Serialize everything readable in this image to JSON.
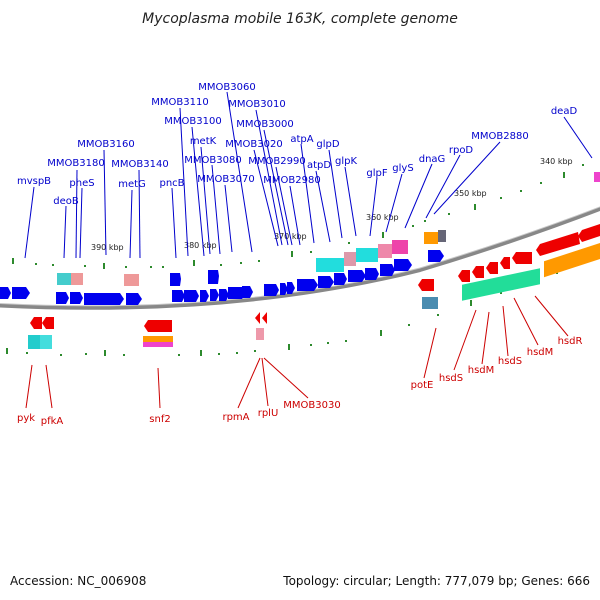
{
  "title": "Mycoplasma mobile 163K, complete genome",
  "footer": {
    "accession": "Accession: NC_006908",
    "topology": "Topology: circular; Length: 777,079 bp; Genes: 666"
  },
  "colors": {
    "forward_gene": "#0000ee",
    "reverse_gene": "#ee0000",
    "forward_label": "#0000cc",
    "reverse_label": "#cc0000",
    "backbone": "#888888",
    "tick": "#2d8a2d"
  },
  "kbp_markers": [
    "390 kbp",
    "380 kbp",
    "370 kbp",
    "360 kbp",
    "350 kbp",
    "340 kbp"
  ],
  "forward_labels": [
    "mvspB",
    "deoB",
    "MMOB3180",
    "pheS",
    "MMOB3160",
    "metG",
    "MMOB3140",
    "pncB",
    "MMOB3110",
    "MMOB3100",
    "metK",
    "MMOB3080",
    "MMOB3070",
    "MMOB3060",
    "MMOB3020",
    "MMOB3010",
    "MMOB3000",
    "MMOB2990",
    "MMOB2980",
    "atpA",
    "atpD",
    "glpD",
    "glpK",
    "glpF",
    "glyS",
    "dnaG",
    "rpoD",
    "MMOB2880",
    "deaD"
  ],
  "reverse_labels": [
    "pyk",
    "pfkA",
    "snf2",
    "rpmA",
    "rplU",
    "MMOB3030",
    "potE",
    "hsdS",
    "hsdM",
    "hsdS",
    "hsdM",
    "hsdR"
  ]
}
